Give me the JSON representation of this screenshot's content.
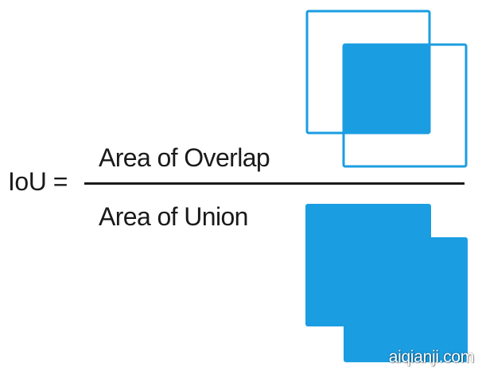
{
  "formula": {
    "lhs": "IoU =",
    "numerator": "Area of Overlap",
    "denominator": "Area of Union"
  },
  "colors": {
    "box_blue": "#1b9de2",
    "text": "#1a1a1a",
    "background": "#ffffff"
  },
  "icons": {
    "overlap": "overlap-diagram-icon",
    "union": "union-diagram-icon"
  },
  "watermark": "aiqianji.com"
}
